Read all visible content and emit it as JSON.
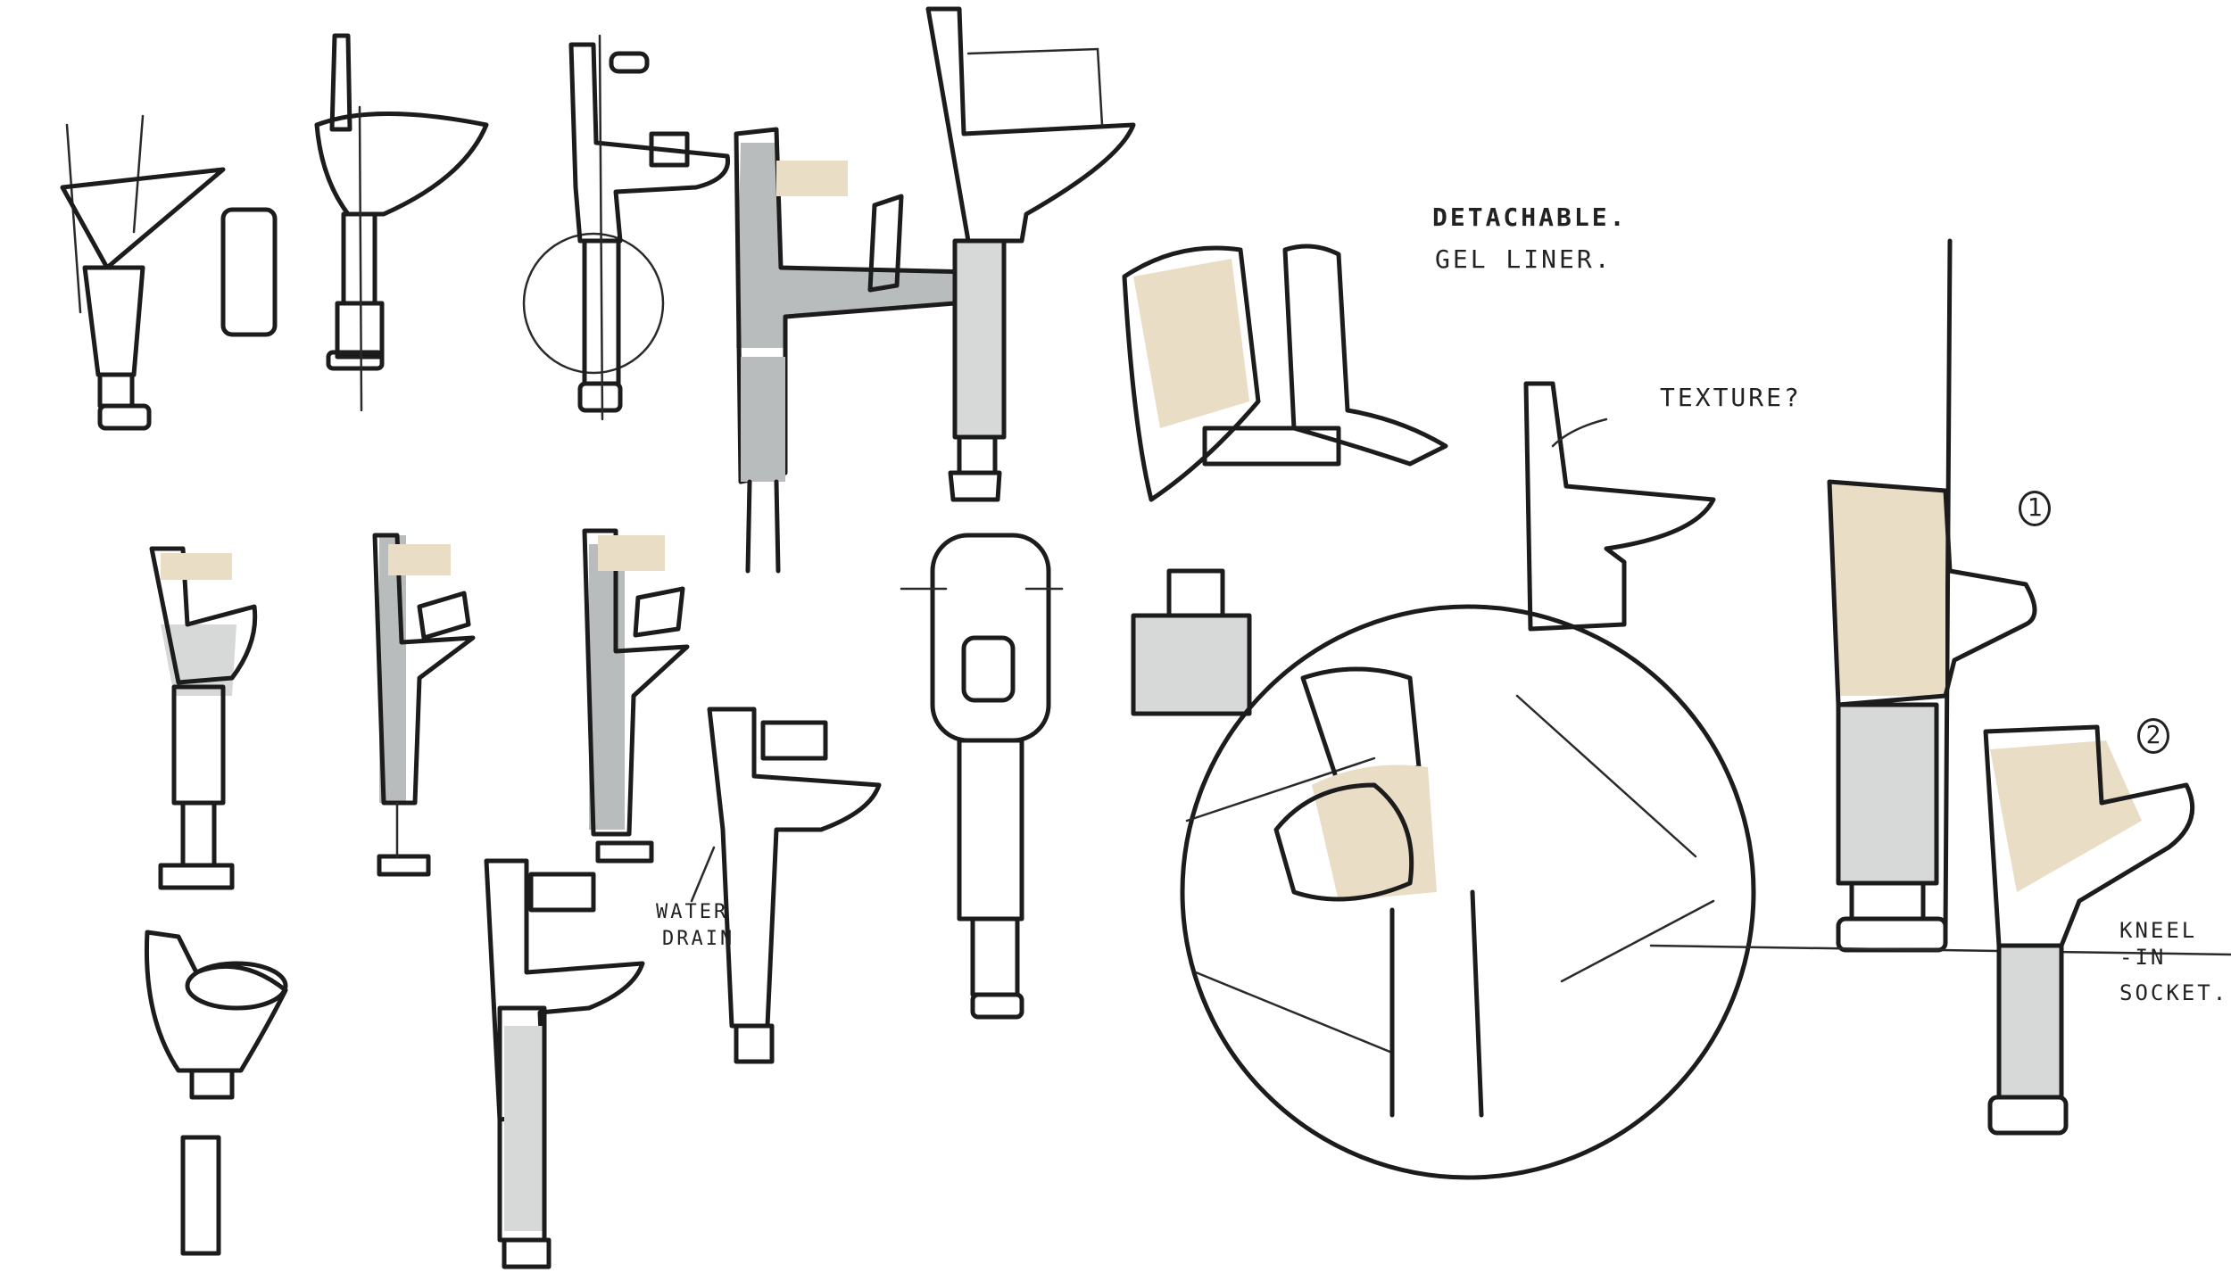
{
  "annotations": {
    "detachable": "DETACHABLE.",
    "gel_liner": "GEL LINER.",
    "texture": "TEXTURE?",
    "water_drain_1": "WATER",
    "water_drain_2": "DRAIN",
    "option_1": "1",
    "option_2": "2",
    "kneel_1": "KNEEL",
    "kneel_2": "-IN",
    "kneel_3": "SOCKET."
  },
  "colors": {
    "ink": "#1c1c1c",
    "marker_grey": "#b9bcbd",
    "skin_tan": "#e9ddc6",
    "paper": "#ffffff"
  }
}
